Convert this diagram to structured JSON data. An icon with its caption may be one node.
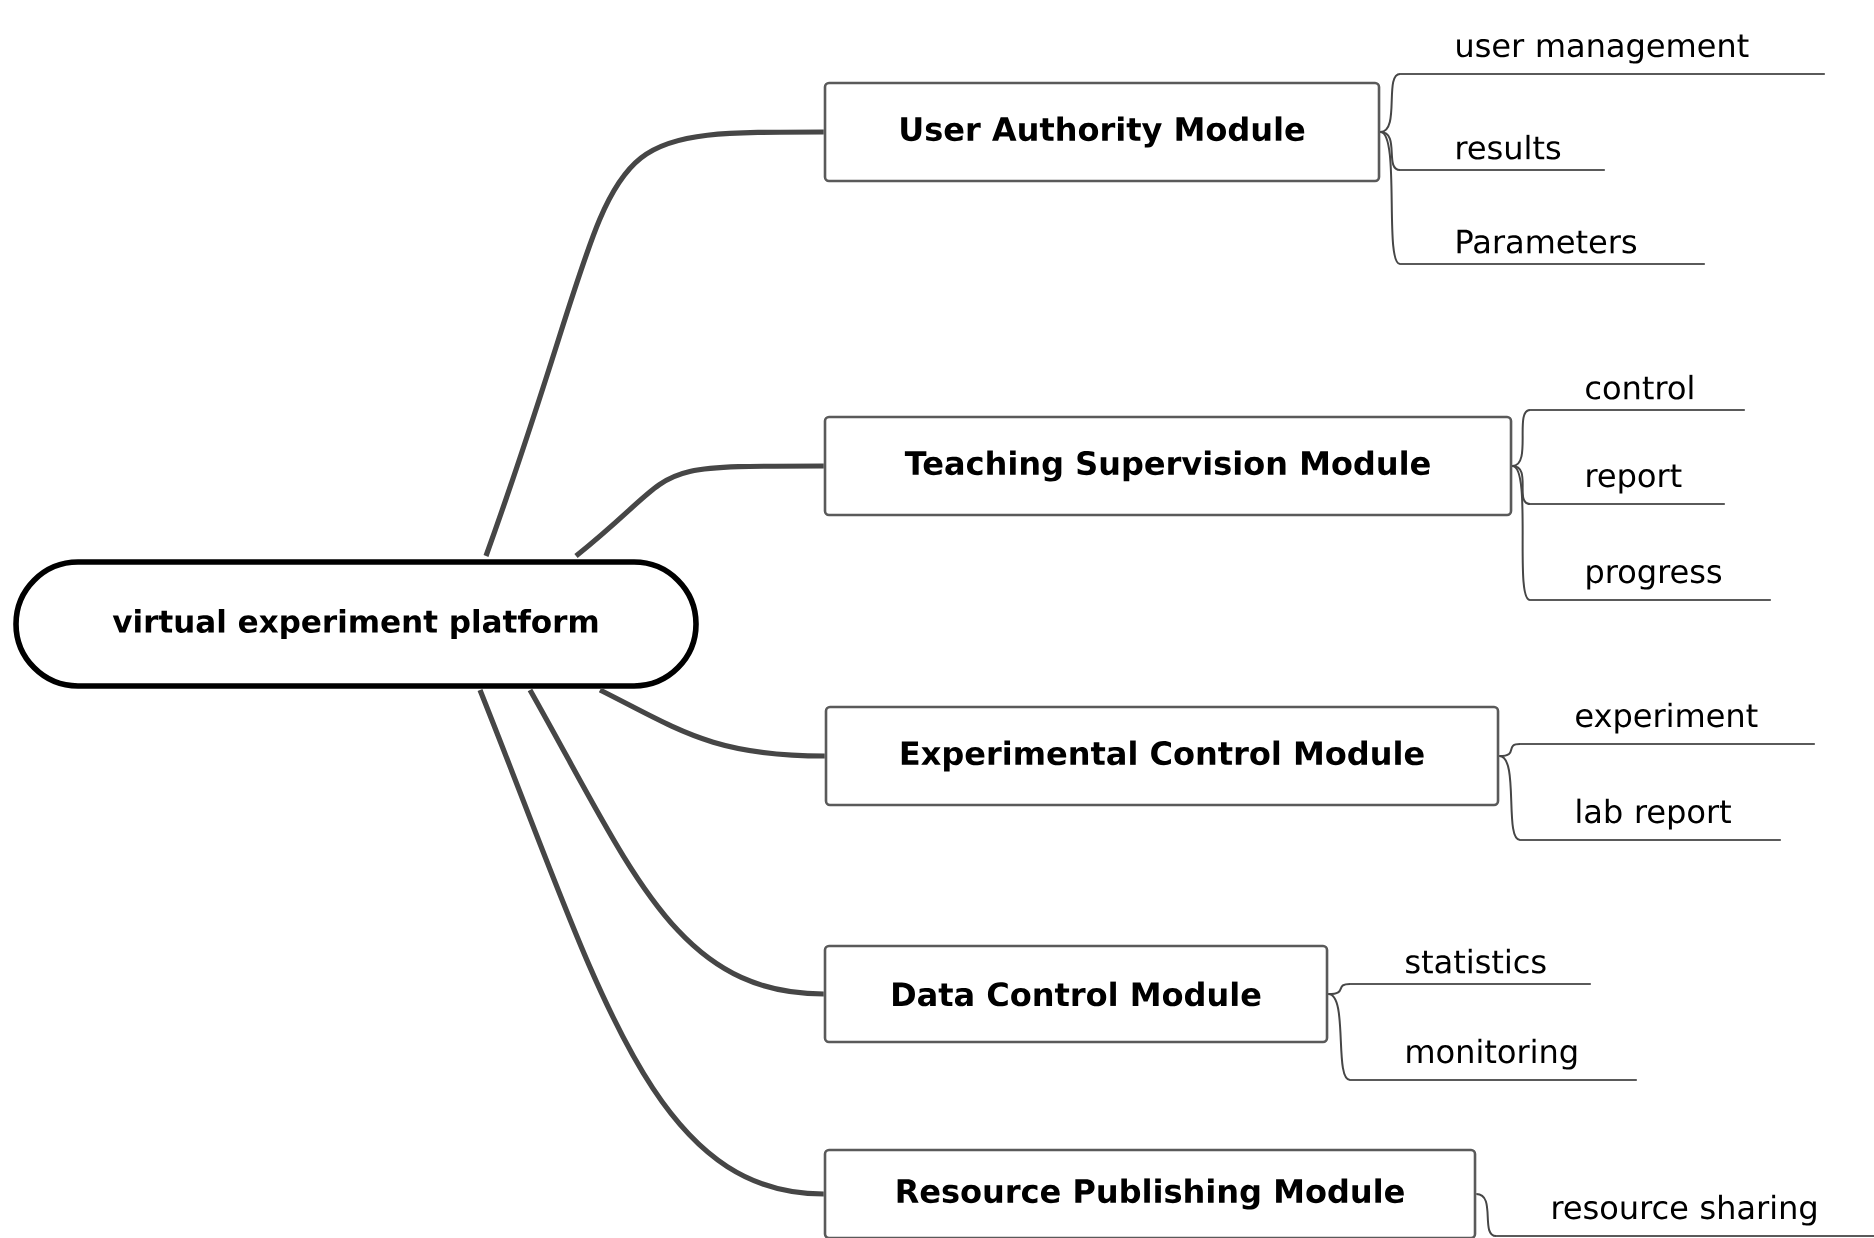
{
  "diagram": {
    "nodes": [
      {
        "text": [
          "virtual experiment platform"
        ]
      },
      {
        "text": [
          "User Authority Module"
        ]
      },
      {
        "text": [
          "Teaching Supervision Module"
        ]
      },
      {
        "text": [
          "Experimental Control Module"
        ]
      },
      {
        "text": [
          "Data Control Module"
        ]
      },
      {
        "text": [
          "Resource Publishing Module"
        ]
      },
      {
        "text": [
          "user management"
        ]
      },
      {
        "text": [
          "results"
        ]
      },
      {
        "text": [
          "Parameters"
        ]
      },
      {
        "text": [
          "control"
        ]
      },
      {
        "text": [
          "report"
        ]
      },
      {
        "text": [
          "progress"
        ]
      },
      {
        "text": [
          "experiment"
        ]
      },
      {
        "text": [
          "lab report"
        ]
      },
      {
        "text": [
          "statistics"
        ]
      },
      {
        "text": [
          "monitoring"
        ]
      },
      {
        "text": [
          "resource sharing"
        ]
      }
    ],
    "edges": [
      {
        "from": 0,
        "to": 1,
        "arrow": "none",
        "style": "thick"
      },
      {
        "from": 0,
        "to": 2,
        "arrow": "none",
        "style": "thick"
      },
      {
        "from": 0,
        "to": 3,
        "arrow": "none",
        "style": "thick"
      },
      {
        "from": 0,
        "to": 4,
        "arrow": "none",
        "style": "thick"
      },
      {
        "from": 0,
        "to": 5,
        "arrow": "none",
        "style": "thick"
      },
      {
        "from": 1,
        "to": 6,
        "arrow": "none"
      },
      {
        "from": 1,
        "to": 7,
        "arrow": "none"
      },
      {
        "from": 1,
        "to": 8,
        "arrow": "none"
      },
      {
        "from": 2,
        "to": 9,
        "arrow": "none"
      },
      {
        "from": 2,
        "to": 10,
        "arrow": "none"
      },
      {
        "from": 2,
        "to": 11,
        "arrow": "none"
      },
      {
        "from": 3,
        "to": 12,
        "arrow": "none"
      },
      {
        "from": 3,
        "to": 13,
        "arrow": "none"
      },
      {
        "from": 4,
        "to": 14,
        "arrow": "none"
      },
      {
        "from": 4,
        "to": 15,
        "arrow": "none"
      },
      {
        "from": 5,
        "to": 16,
        "arrow": "none"
      }
    ]
  }
}
